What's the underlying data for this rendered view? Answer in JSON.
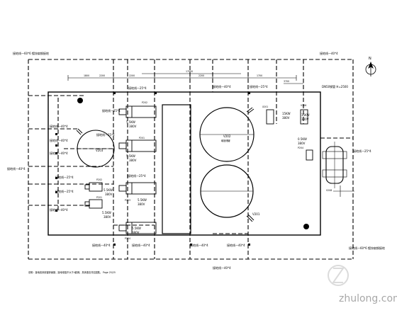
{
  "labels": {
    "top_left": "接地线一60*6 镀锌扁钢接地",
    "top_right": "接地线一40*4",
    "right_mid": "接地线一25*4",
    "right_bottom": "接地线一60*6 镀锌扁钢接地",
    "left_mid": "接地线一40*4",
    "bottom_mid": "接地线一40*4",
    "pipe_note": "DN50钢管 H=2500",
    "north_mark": "N",
    "footer_note": "说明：接地线采用镀锌扁钢，接地电阻不大于4欧姆，具体做法详见图集。  Page 25/25",
    "watermark": "zhulong.com"
  },
  "ground_labels": [
    "接地线一25*4",
    "接地线一40*4",
    "接地线一25*4",
    "接地线一40*4",
    "接地线一40*4",
    "接地线一25*4",
    "接地线一40*4",
    "接地线一25*4",
    "接地线一25*4",
    "接地线一40*4",
    "接地线一25*4",
    "接地线一40*4",
    "接地线一40*4",
    "接地线一40*4",
    "接地线一40*4",
    "接地线一25*4"
  ],
  "dimensions": [
    "1800",
    "2200",
    "17000",
    "2200",
    "1700",
    "3700",
    "2200"
  ],
  "motors": [
    {
      "tag": "P202",
      "kw": "5.5KW",
      "v": "380V"
    },
    {
      "tag": "P201",
      "kw": "5.5KW",
      "v": "380V"
    },
    {
      "tag": "P203",
      "kw": "5.5KW",
      "v": "380V"
    },
    {
      "tag": "P204",
      "kw": "5.5KW",
      "v": "380V"
    }
  ],
  "pumps": [
    {
      "tag": "P202",
      "kw": "5.5KW",
      "v": "380V"
    },
    {
      "tag": "P201",
      "kw": "5.5KW",
      "v": "380V"
    }
  ],
  "equipment": {
    "tank_left": "V203",
    "tank_right_top": "V202",
    "tank_right_top_sub": "碱液储罐",
    "tank_right_bottom": "V201",
    "valve_left": "X201",
    "valve_left_kw": "15KW",
    "valve_left_v": "380V",
    "valve_right": "V206",
    "valve_right_kw": "15KW",
    "valve_right_v": "380V",
    "mixer": "P204",
    "mixer_kw": "0.5KW",
    "mixer_v": "380V",
    "right_unit": "V208"
  }
}
